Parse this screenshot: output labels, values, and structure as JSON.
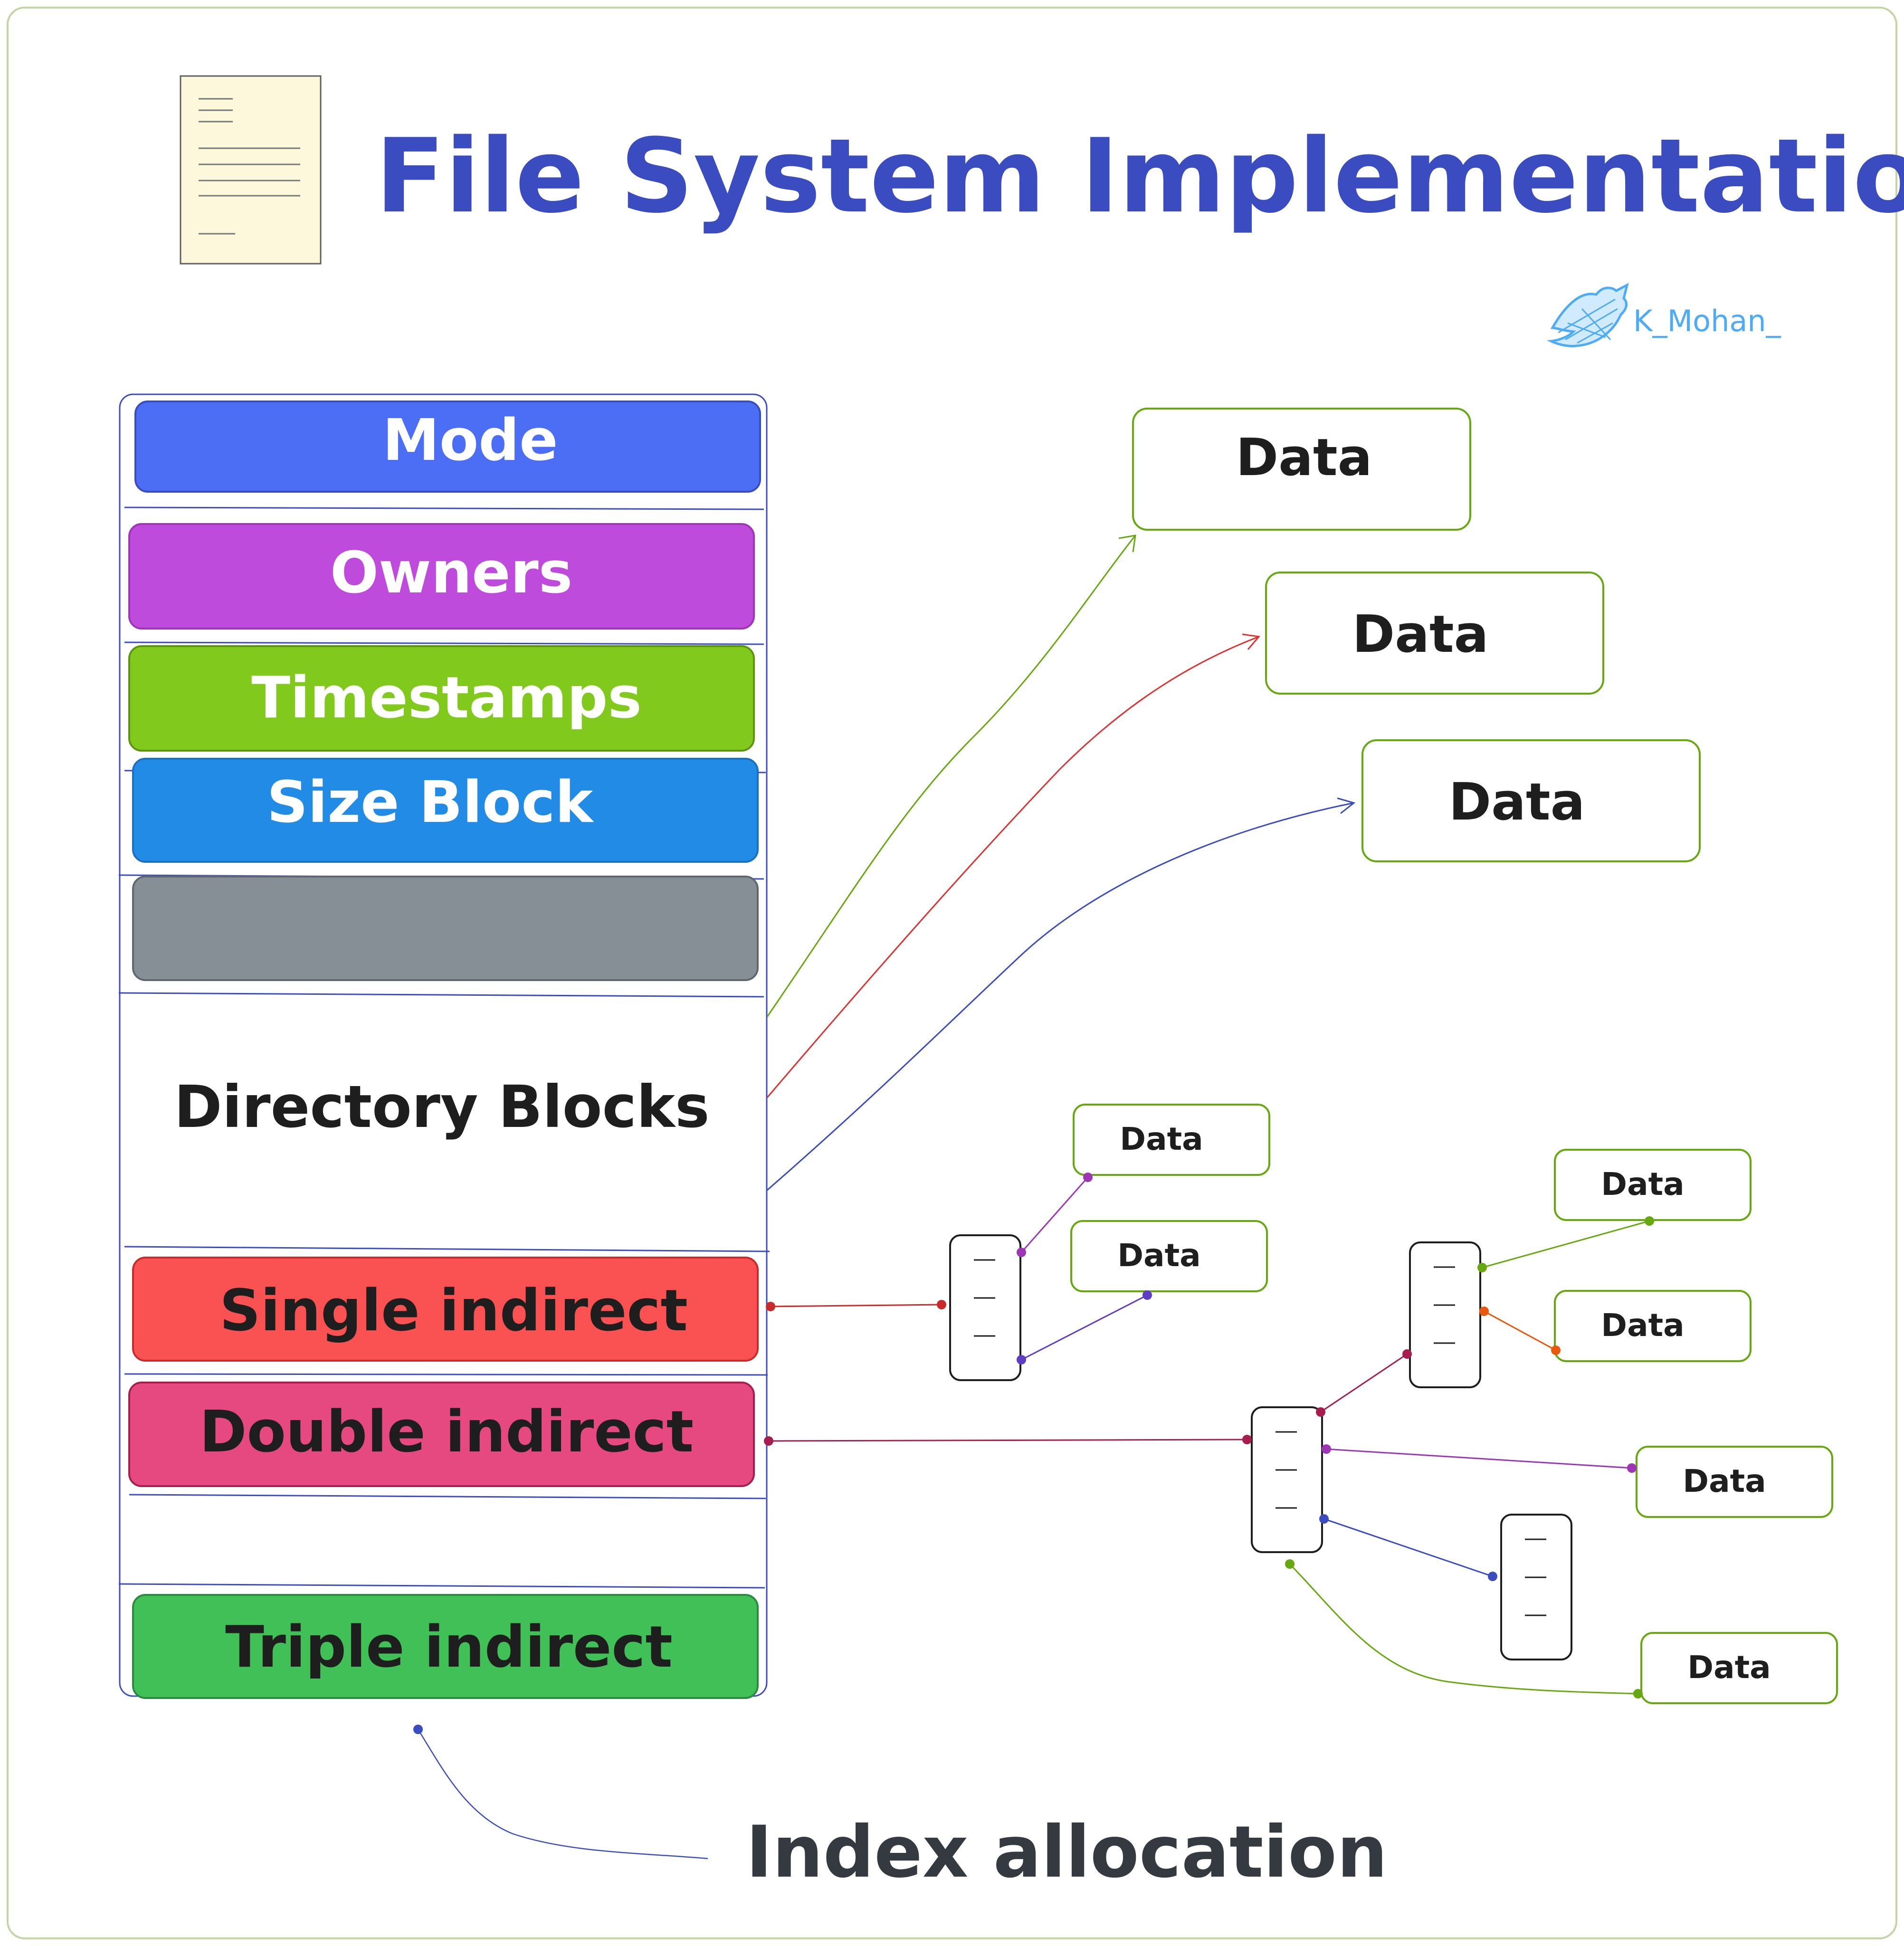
{
  "title": "File System Implementation",
  "handle": "K_Mohan_",
  "inode": {
    "mode": "Mode",
    "owners": "Owners",
    "timestamps": "Timestamps",
    "size_block": "Size Block",
    "directory_blocks": "Directory Blocks",
    "single_indirect": "Single indirect",
    "double_indirect": "Double indirect",
    "triple_indirect": "Triple indirect"
  },
  "data_label": "Data",
  "caption": "Index allocation",
  "colors": {
    "title": "#3b4cc0",
    "mode": "#4c6ef5",
    "owners": "#be4bdb",
    "timestamps": "#82c91e",
    "size_block": "#228be6",
    "gray_block": "#868e96",
    "single_indirect": "#fa5252",
    "double_indirect": "#e64980",
    "triple_indirect": "#40c057",
    "data_border": "#66a80f",
    "twitter": "#4dabf7"
  },
  "icons": [
    "document-icon",
    "twitter-bird-icon"
  ]
}
